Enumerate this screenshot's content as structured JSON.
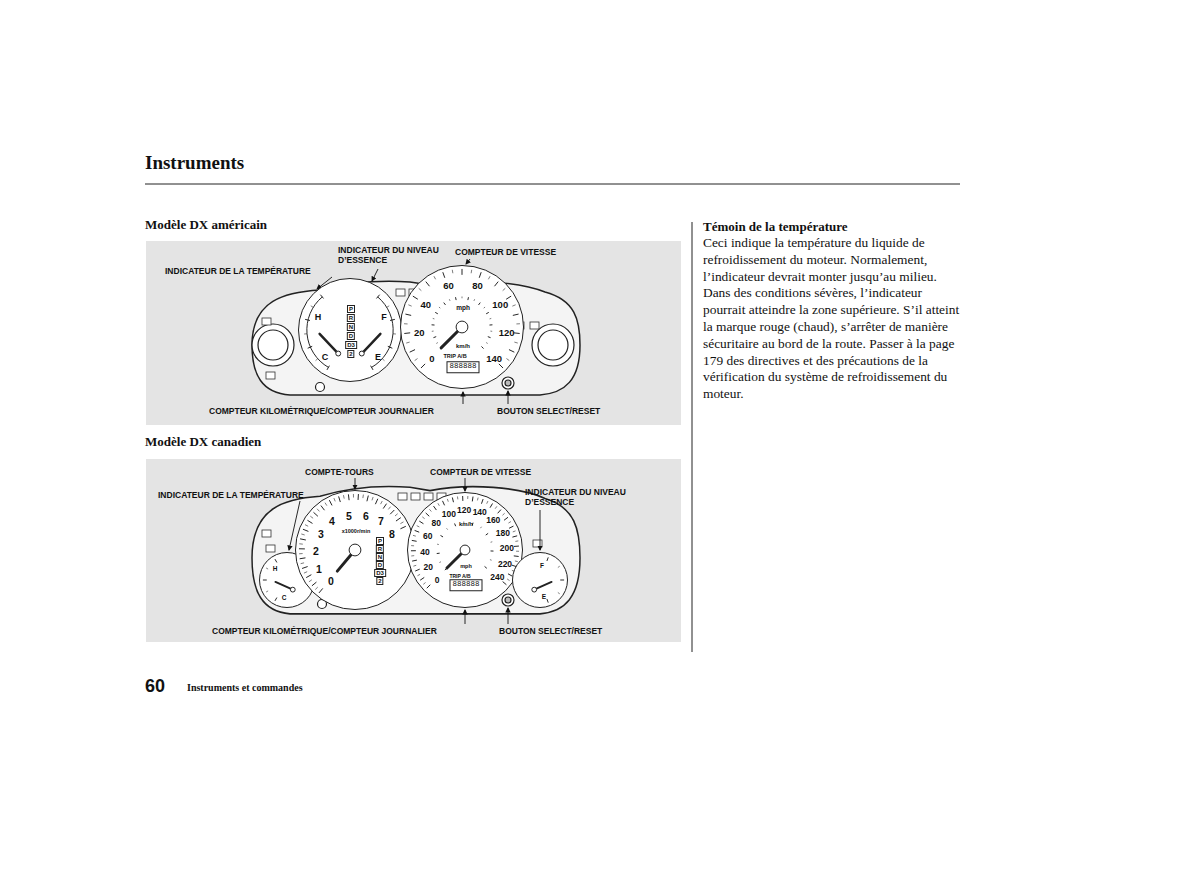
{
  "diagram": {
    "title": "Instruments",
    "nodes": [
      {
        "text": [
          "Modèle DX américain"
        ]
      },
      {
        "text": [
          "H",
          "C",
          "F",
          "E",
          "P",
          "R",
          "N",
          "D",
          "D3",
          "2"
        ],
        "in": 0
      },
      {
        "text": [
          "0",
          "20",
          "40",
          "60",
          "80",
          "100",
          "120",
          "140",
          "mph",
          "km/h",
          "TRIP A/B",
          "888888"
        ],
        "in": 0
      },
      {
        "text": [
          "Modèle DX canadien"
        ]
      },
      {
        "text": [
          "H",
          "C"
        ],
        "in": 3
      },
      {
        "text": [
          "0",
          "1",
          "2",
          "3",
          "4",
          "5",
          "6",
          "7",
          "8",
          "x1000r/min",
          "P",
          "R",
          "N",
          "D",
          "D3",
          "2"
        ],
        "in": 3
      },
      {
        "text": [
          "0",
          "20",
          "40",
          "60",
          "80",
          "100",
          "120",
          "140",
          "160",
          "180",
          "200",
          "220",
          "240",
          "km/h",
          "mph",
          "TRIP A/B",
          "888888"
        ],
        "in": 3
      },
      {
        "text": [
          "F",
          "E"
        ],
        "in": 3
      }
    ],
    "labels": [
      "INDICATEUR DE LA TEMPÉRATURE",
      "INDICATEUR DU NIVEAU D’ESSENCE",
      "COMPTEUR DE VITESSE",
      "COMPTEUR KILOMÉTRIQUE/COMPTEUR JOURNALIER",
      "BOUTON SELECT/RESET",
      "COMPTE-TOURS",
      "COMPTEUR DE VITESSE",
      "INDICATEUR DE LA TEMPÉRATURE",
      "INDICATEUR DU NIVEAU D’ESSENCE",
      "COMPTEUR KILOMÉTRIQUE/COMPTEUR JOURNALIER",
      "BOUTON SELECT/RESET",
      "Témoin de la température",
      "Ceci indique la température du liquide de refroidissement du moteur. Normalement, l’indicateur devrait monter jusqu’au milieu. Dans des conditions sévères, l’indicateur pourrait atteindre la zone supérieure. S’il atteint la marque rouge (chaud), s’arrêter de manière sécuritaire au bord de la route. Passer à la page 179 des directives et des précautions de la vérification du système de refroidissement du moteur.",
      "60",
      "Instruments et commandes"
    ]
  }
}
